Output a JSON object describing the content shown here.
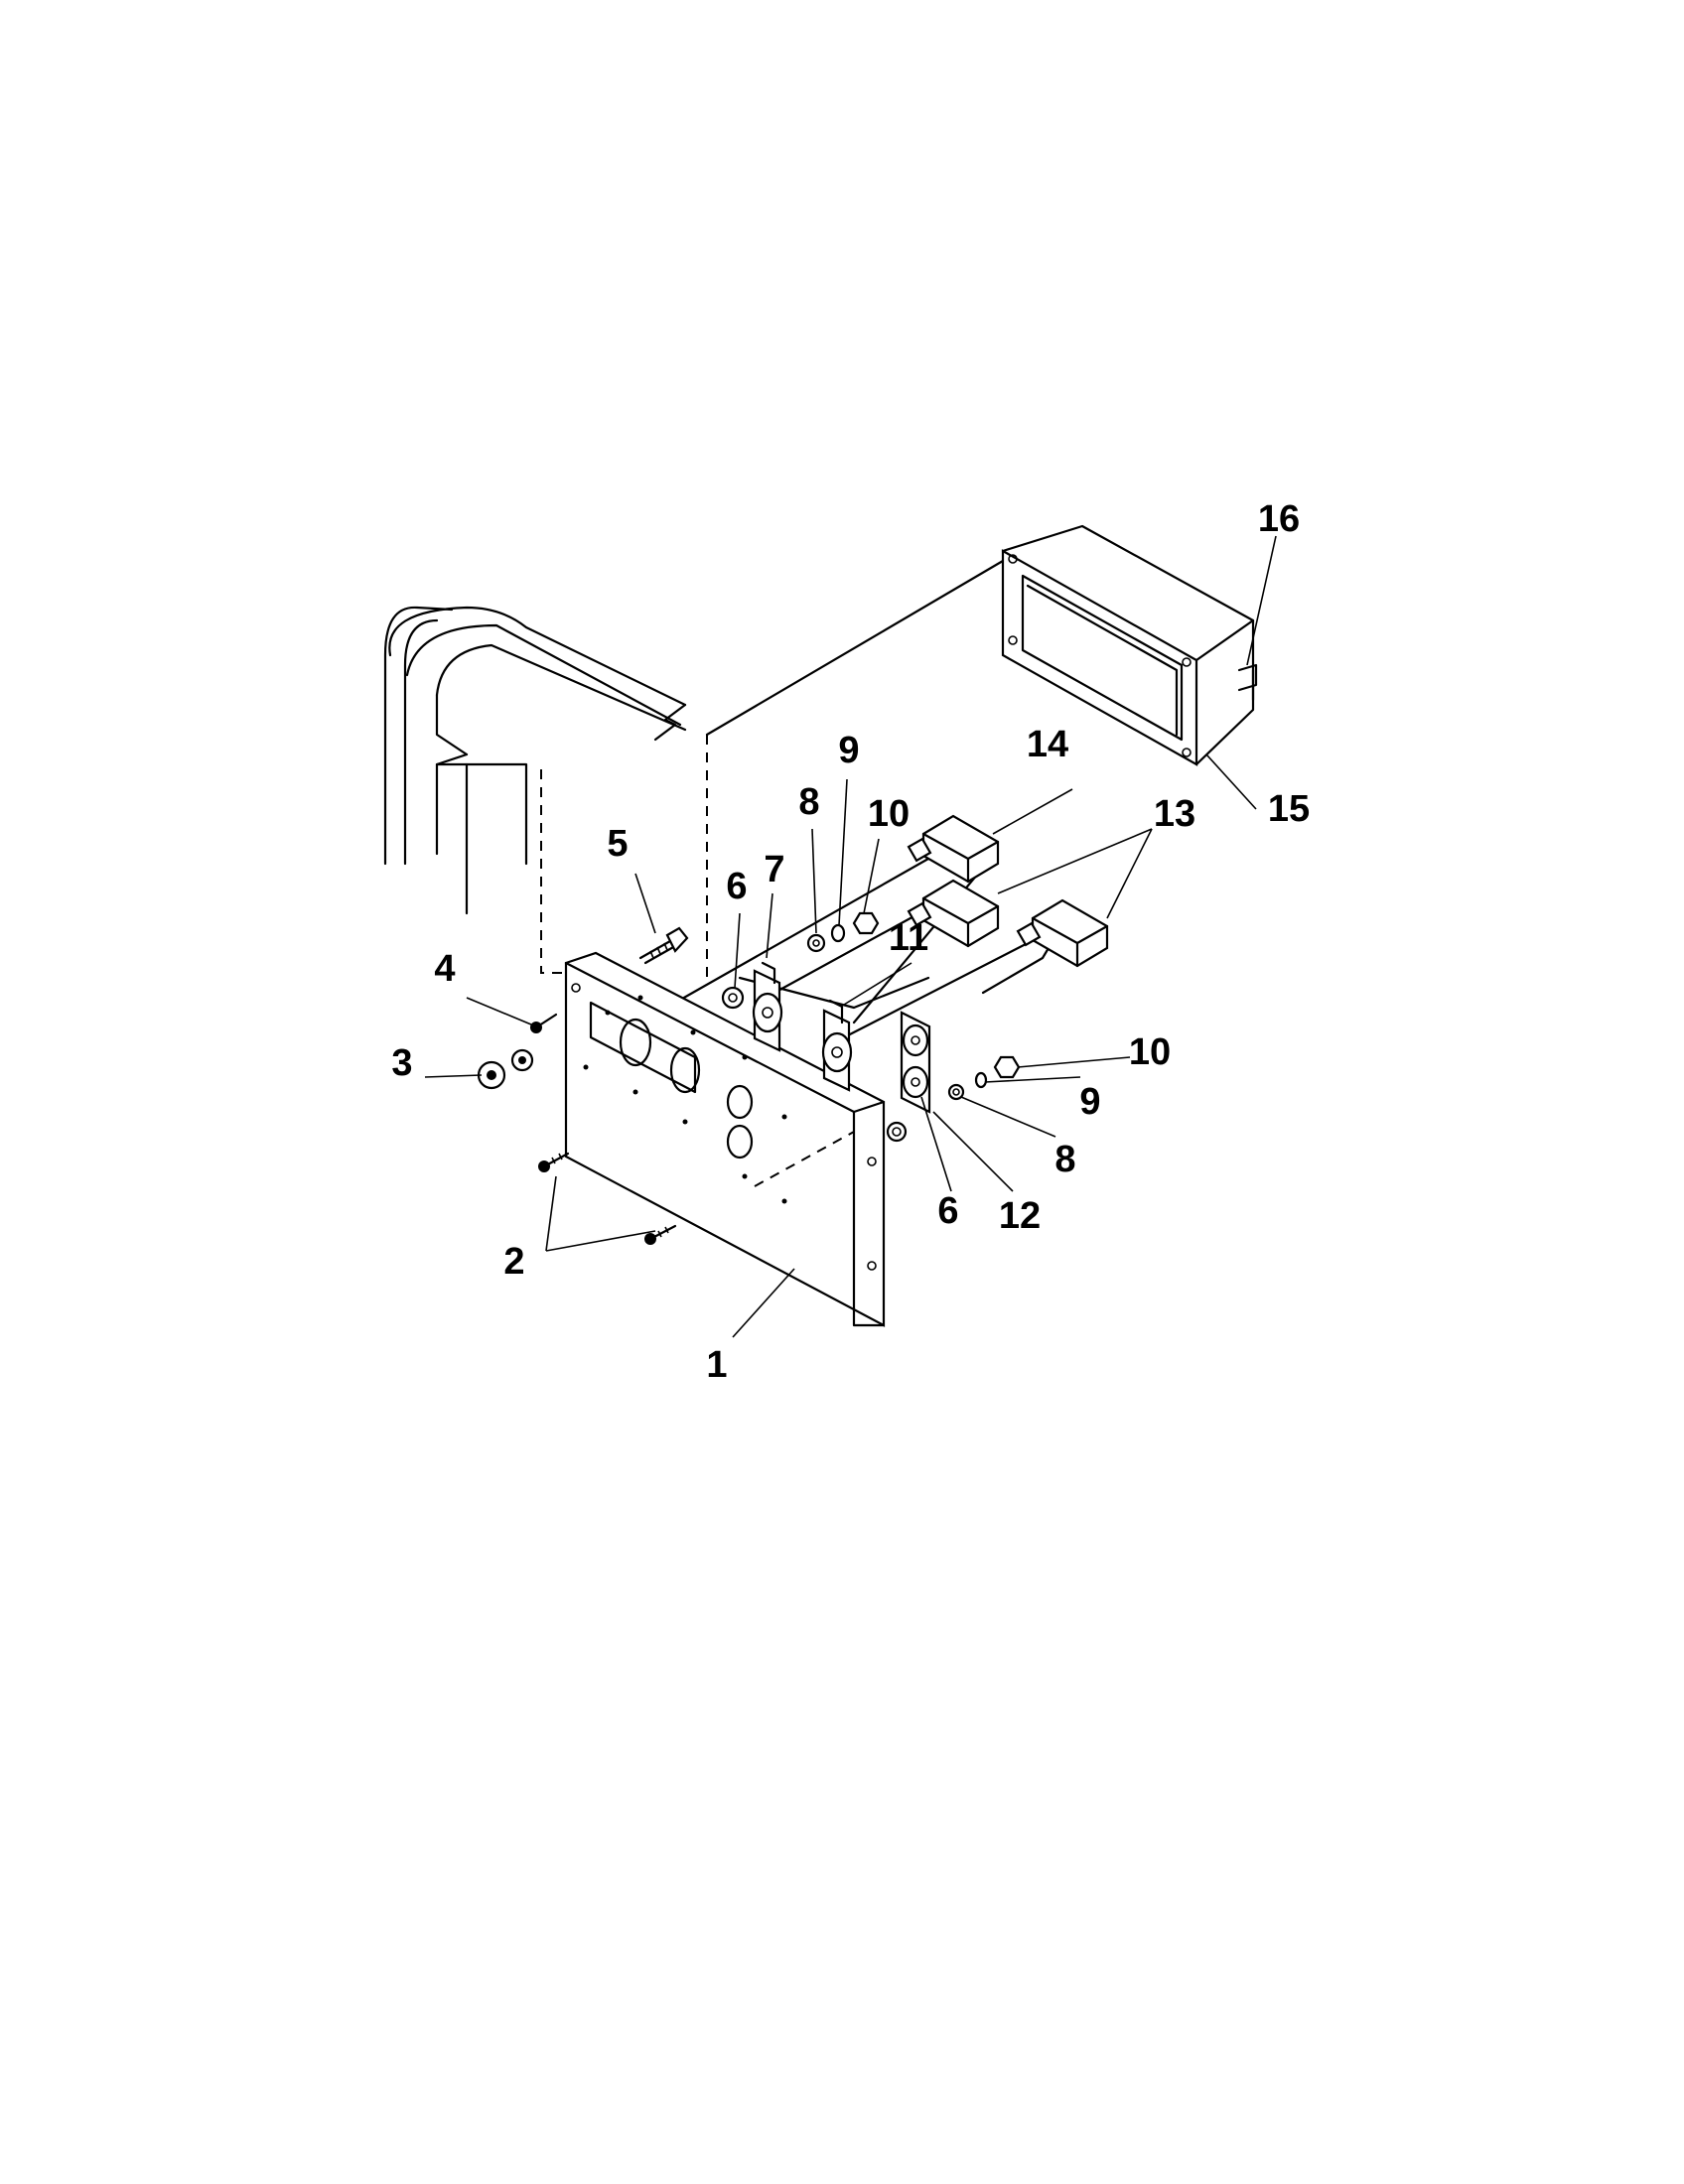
{
  "diagram": {
    "callouts": [
      {
        "id": "c1",
        "text": "1"
      },
      {
        "id": "c2",
        "text": "2"
      },
      {
        "id": "c3",
        "text": "3"
      },
      {
        "id": "c4",
        "text": "4"
      },
      {
        "id": "c5",
        "text": "5"
      },
      {
        "id": "c6a",
        "text": "6"
      },
      {
        "id": "c6b",
        "text": "6"
      },
      {
        "id": "c7",
        "text": "7"
      },
      {
        "id": "c8a",
        "text": "8"
      },
      {
        "id": "c8b",
        "text": "8"
      },
      {
        "id": "c9a",
        "text": "9"
      },
      {
        "id": "c9b",
        "text": "9"
      },
      {
        "id": "c10a",
        "text": "10"
      },
      {
        "id": "c10b",
        "text": "10"
      },
      {
        "id": "c11",
        "text": "11"
      },
      {
        "id": "c12",
        "text": "12"
      },
      {
        "id": "c13",
        "text": "13"
      },
      {
        "id": "c14",
        "text": "14"
      },
      {
        "id": "c15",
        "text": "15"
      },
      {
        "id": "c16",
        "text": "16"
      }
    ]
  }
}
